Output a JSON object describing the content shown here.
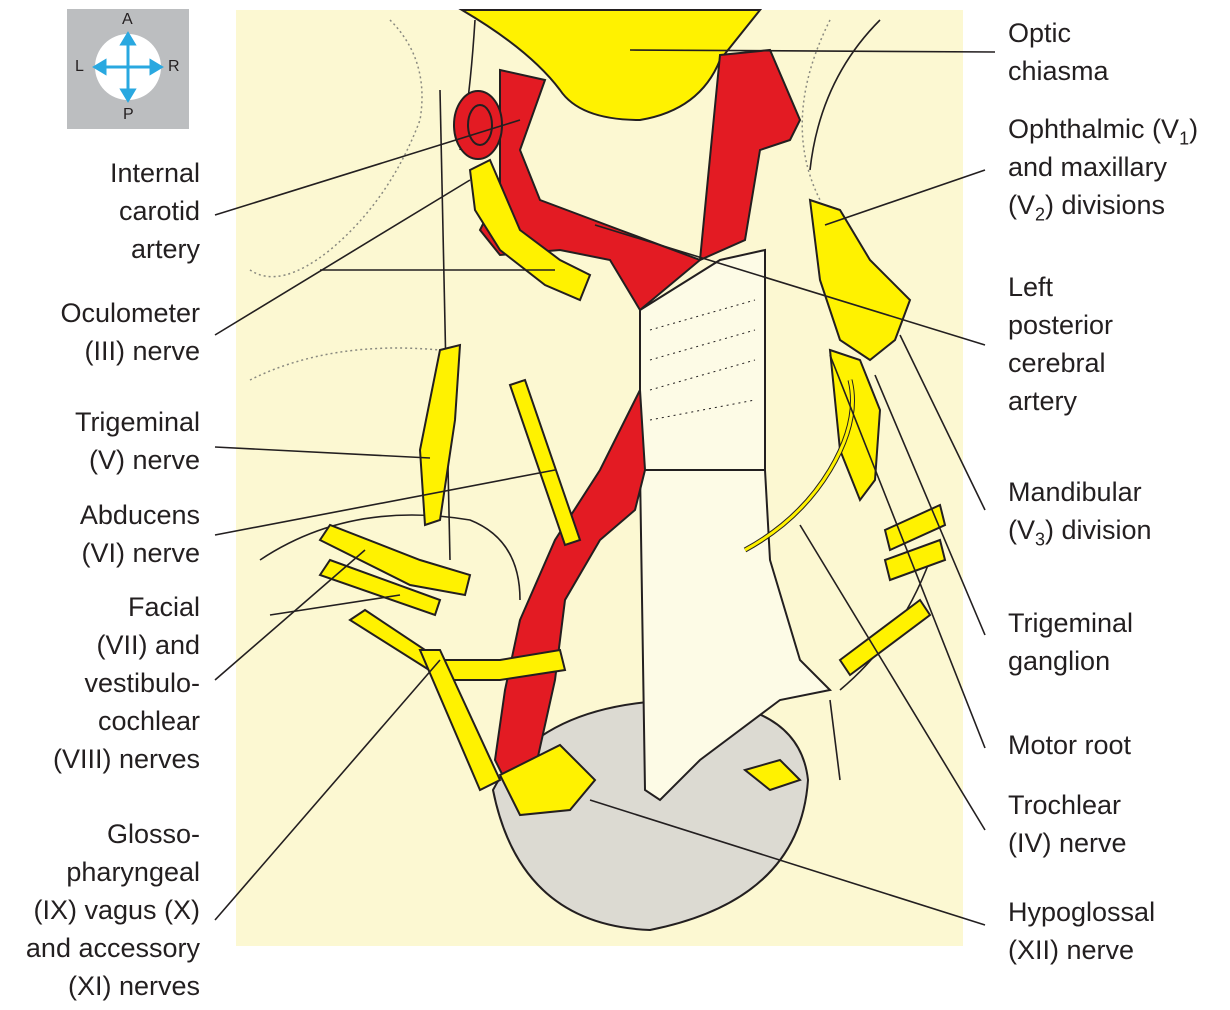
{
  "compass": {
    "anterior": "A",
    "posterior": "P",
    "left": "L",
    "right": "R"
  },
  "labels_left": {
    "internal_carotid": [
      "Internal",
      "carotid",
      "artery"
    ],
    "oculomotor": [
      "Oculometer",
      "(III) nerve"
    ],
    "trigeminal_nerve": [
      "Trigeminal",
      "(V) nerve"
    ],
    "abducens": [
      "Abducens",
      "(VI) nerve"
    ],
    "facial_vestibulo": [
      "Facial",
      "(VII) and",
      "vestibulo-",
      "cochlear",
      "(VIII) nerves"
    ],
    "glosso": [
      "Glosso-",
      "pharyngeal",
      "(IX) vagus (X)",
      "and accessory",
      "(XI) nerves"
    ]
  },
  "labels_right": {
    "optic_chiasma": [
      "Optic",
      "chiasma"
    ],
    "ophthalmic": {
      "l1": "Ophthalmic (V",
      "l1_sub": "1",
      "l1_end": ")",
      "l2": "and maxillary",
      "l3": "(V",
      "l3_sub": "2",
      "l3_end": ") divisions"
    },
    "posterior_cerebral": [
      "Left",
      "posterior",
      "cerebral",
      "artery"
    ],
    "mandibular": {
      "l1": "Mandibular",
      "l2": "(V",
      "l2_sub": "3",
      "l2_end": ") division"
    },
    "trigeminal_ganglion": [
      "Trigeminal",
      "ganglion"
    ],
    "motor_root": [
      "Motor root"
    ],
    "trochlear": [
      "Trochlear",
      "(IV) nerve"
    ],
    "hypoglossal": [
      "Hypoglossal",
      "(XII) nerve"
    ]
  },
  "colors": {
    "background_panel": "#fcf8d2",
    "artery": "#e31b23",
    "nerve": "#fff200",
    "outline": "#231f20",
    "compass_bg": "#bcbec0",
    "compass_arrow": "#29a8e0"
  }
}
